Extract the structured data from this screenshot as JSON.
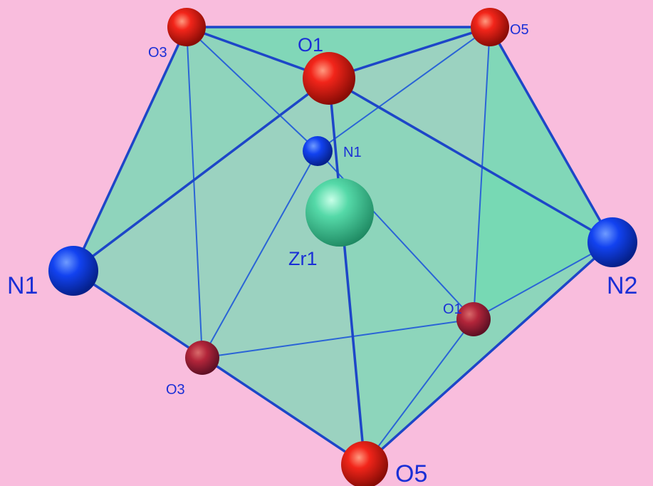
{
  "colors": {
    "background": "#f9bddd",
    "polyhedron_fill": "#4fe3a8",
    "edge": "#1d46c8",
    "oxygen": "#e41e12",
    "nitrogen": "#0b3cf0",
    "zirconium": "#3fc99a",
    "label": "#1a2fd6"
  },
  "atoms": {
    "zr_center": {
      "label": "Zr1",
      "element": "Zr"
    },
    "o1_top": {
      "label": "O1",
      "element": "O"
    },
    "o3_topleft": {
      "label": "O3",
      "element": "O"
    },
    "o5_topright": {
      "label": "O5",
      "element": "O"
    },
    "n1_back": {
      "label": "N1",
      "element": "N"
    },
    "n1_left": {
      "label": "N1",
      "element": "N"
    },
    "n2_right": {
      "label": "N2",
      "element": "N"
    },
    "o3_bottom": {
      "label": "O3",
      "element": "O"
    },
    "o1_right": {
      "label": "O1",
      "element": "O"
    },
    "o5_bottom": {
      "label": "O5",
      "element": "O"
    }
  }
}
